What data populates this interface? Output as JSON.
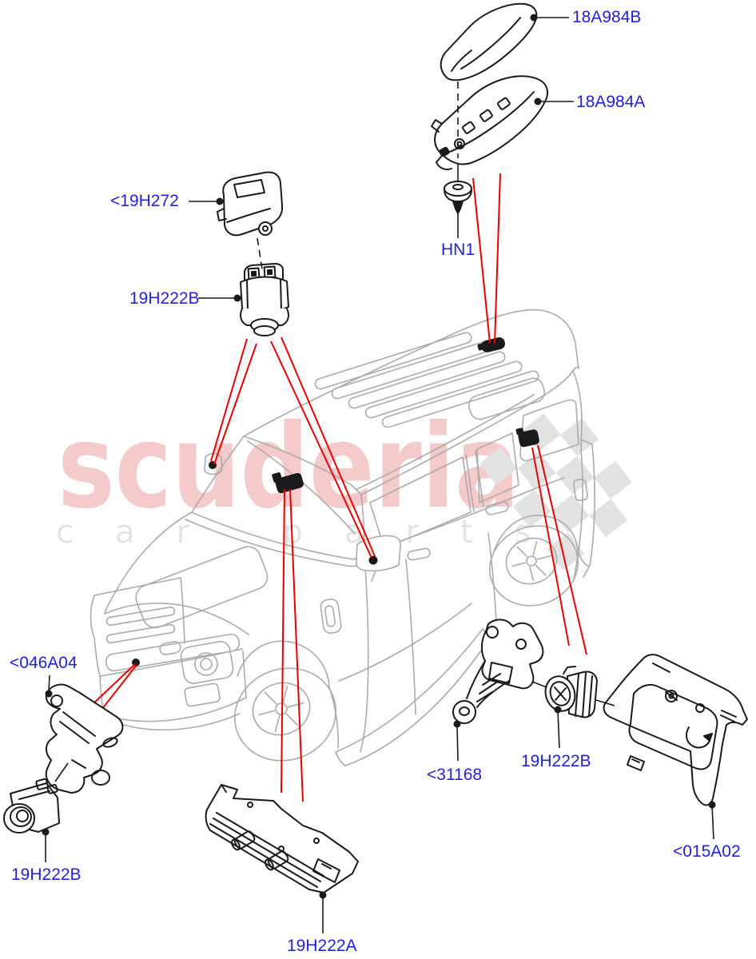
{
  "watermark": {
    "brand": "scuderia",
    "tagline": "car parts"
  },
  "labels": {
    "antenna_cover": "18A984B",
    "antenna_base": "18A984A",
    "camera_module_cover": "<19H272",
    "camera_front_upper": "19H222B",
    "nut": "HN1",
    "bracket_front": "<046A04",
    "camera_front_lower": "19H222B",
    "camera_windscreen_bracket": "19H222A",
    "bracket_rear": "<31168",
    "camera_rear": "19H222B",
    "panel_liftgate": "<015A02"
  },
  "colors": {
    "label_blue": "#2222dd",
    "leader_red": "#e60000",
    "ink": "#1a1a1a",
    "car_gray": "#ababab",
    "watermark_pink": "#f5caca",
    "watermark_gray": "#e4e4e4",
    "flag_gray": "#e2e2e2",
    "background": "#ffffff"
  }
}
